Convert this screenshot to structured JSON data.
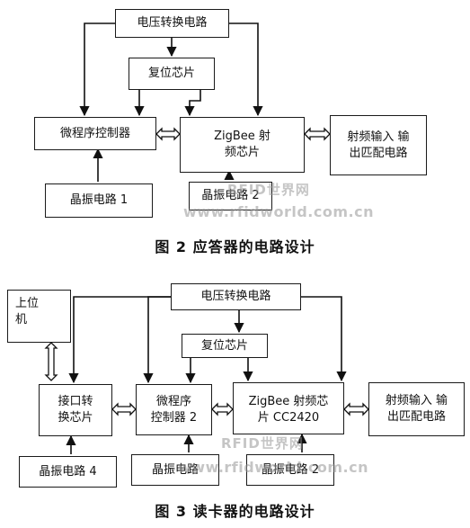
{
  "figure2": {
    "voltage": "电压转换电路",
    "reset": "复位芯片",
    "mcu": "微程序控制器",
    "zigbee": "ZigBee 射\n频芯片",
    "rf": "射频输入 输\n出匹配电路",
    "crystal1": "晶振电路 1",
    "crystal2": "晶振电路 2",
    "caption": "图 2  应答器的电路设计"
  },
  "figure3": {
    "host": "上位\n机",
    "voltage": "电压转换电路",
    "reset": "复位芯片",
    "interface": "接口转\n换芯片",
    "mcu": "微程序\n控制器 2",
    "zigbee": "ZigBee 射频芯\n片 CC2420",
    "rf": "射频输入 输\n出匹配电路",
    "crystal4": "晶振电路 4",
    "crystal_mid": "晶振电路",
    "crystal_right": "晶振电路 2",
    "caption": "图 3  读卡器的电路设计"
  },
  "watermark": {
    "title": "RFID世界网",
    "url": "www.rfidworld.com.cn"
  }
}
